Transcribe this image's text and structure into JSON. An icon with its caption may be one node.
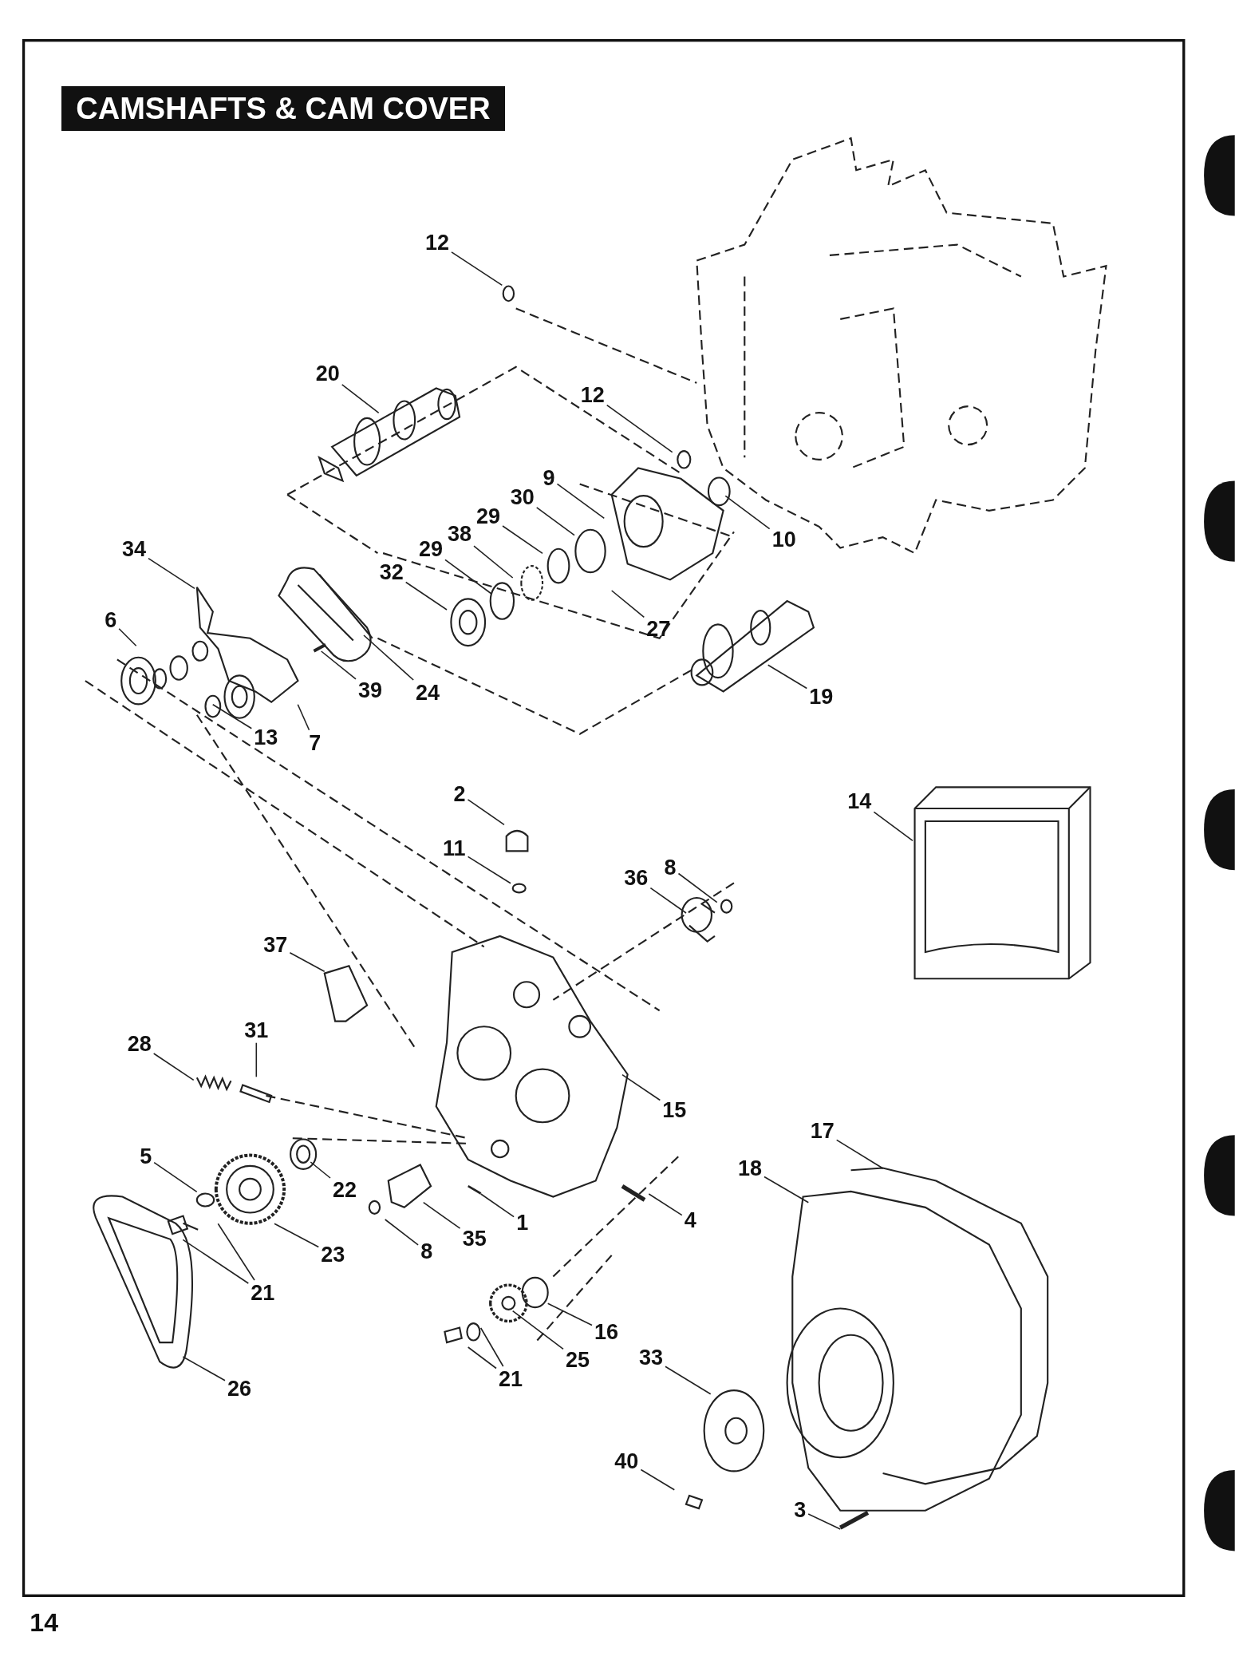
{
  "diagram": {
    "title": "CAMSHAFTS & CAM COVER",
    "nodes": [
      {
        "text": [
          "12"
        ]
      },
      {
        "text": [
          "20"
        ]
      },
      {
        "text": [
          "12"
        ]
      },
      {
        "text": [
          "9"
        ]
      },
      {
        "text": [
          "30"
        ]
      },
      {
        "text": [
          "29"
        ]
      },
      {
        "text": [
          "38"
        ]
      },
      {
        "text": [
          "29"
        ]
      },
      {
        "text": [
          "10"
        ]
      },
      {
        "text": [
          "34"
        ]
      },
      {
        "text": [
          "32"
        ]
      },
      {
        "text": [
          "6"
        ]
      },
      {
        "text": [
          "27"
        ]
      },
      {
        "text": [
          "39"
        ]
      },
      {
        "text": [
          "24"
        ]
      },
      {
        "text": [
          "19"
        ]
      },
      {
        "text": [
          "13"
        ]
      },
      {
        "text": [
          "7"
        ]
      },
      {
        "text": [
          "2"
        ]
      },
      {
        "text": [
          "14"
        ]
      },
      {
        "text": [
          "8"
        ]
      },
      {
        "text": [
          "36"
        ]
      },
      {
        "text": [
          "11"
        ]
      },
      {
        "text": [
          "37"
        ]
      },
      {
        "text": [
          "31"
        ]
      },
      {
        "text": [
          "28"
        ]
      },
      {
        "text": [
          "15"
        ]
      },
      {
        "text": [
          "17"
        ]
      },
      {
        "text": [
          "18"
        ]
      },
      {
        "text": [
          "5"
        ]
      },
      {
        "text": [
          "22"
        ]
      },
      {
        "text": [
          "4"
        ]
      },
      {
        "text": [
          "1"
        ]
      },
      {
        "text": [
          "35"
        ]
      },
      {
        "text": [
          "8"
        ]
      },
      {
        "text": [
          "23"
        ]
      },
      {
        "text": [
          "21"
        ]
      },
      {
        "text": [
          "16"
        ]
      },
      {
        "text": [
          "25"
        ]
      },
      {
        "text": [
          "33"
        ]
      },
      {
        "text": [
          "21"
        ]
      },
      {
        "text": [
          "26"
        ]
      },
      {
        "text": [
          "40"
        ]
      },
      {
        "text": [
          "3"
        ]
      }
    ],
    "edges": [
      {
        "from": 0,
        "to": null,
        "arrow": "none"
      },
      {
        "from": 1,
        "to": null,
        "arrow": "none"
      },
      {
        "from": 2,
        "to": null,
        "arrow": "none"
      },
      {
        "from": 3,
        "to": null,
        "arrow": "none"
      },
      {
        "from": 4,
        "to": null,
        "arrow": "none"
      },
      {
        "from": 5,
        "to": null,
        "arrow": "none"
      },
      {
        "from": 6,
        "to": null,
        "arrow": "none"
      },
      {
        "from": 7,
        "to": null,
        "arrow": "none"
      },
      {
        "from": 8,
        "to": null,
        "arrow": "none"
      },
      {
        "from": 9,
        "to": null,
        "arrow": "none"
      },
      {
        "from": 10,
        "to": null,
        "arrow": "none"
      },
      {
        "from": 11,
        "to": null,
        "arrow": "none"
      },
      {
        "from": 12,
        "to": null,
        "arrow": "none"
      },
      {
        "from": 13,
        "to": null,
        "arrow": "none"
      },
      {
        "from": 14,
        "to": null,
        "arrow": "none"
      },
      {
        "from": 15,
        "to": null,
        "arrow": "none"
      },
      {
        "from": 16,
        "to": null,
        "arrow": "none"
      },
      {
        "from": 17,
        "to": null,
        "arrow": "none"
      },
      {
        "from": 18,
        "to": null,
        "arrow": "none"
      },
      {
        "from": 19,
        "to": null,
        "arrow": "none"
      },
      {
        "from": 20,
        "to": null,
        "arrow": "none"
      },
      {
        "from": 21,
        "to": null,
        "arrow": "none"
      },
      {
        "from": 22,
        "to": null,
        "arrow": "none"
      },
      {
        "from": 23,
        "to": null,
        "arrow": "none"
      },
      {
        "from": 24,
        "to": null,
        "arrow": "none"
      },
      {
        "from": 25,
        "to": null,
        "arrow": "none"
      },
      {
        "from": 26,
        "to": null,
        "arrow": "none"
      },
      {
        "from": 27,
        "to": null,
        "arrow": "none"
      },
      {
        "from": 28,
        "to": null,
        "arrow": "none"
      },
      {
        "from": 29,
        "to": null,
        "arrow": "none"
      },
      {
        "from": 30,
        "to": null,
        "arrow": "none"
      },
      {
        "from": 31,
        "to": null,
        "arrow": "none"
      },
      {
        "from": 32,
        "to": null,
        "arrow": "none"
      },
      {
        "from": 33,
        "to": null,
        "arrow": "none"
      },
      {
        "from": 34,
        "to": null,
        "arrow": "none"
      },
      {
        "from": 35,
        "to": null,
        "arrow": "none"
      },
      {
        "from": 36,
        "to": null,
        "arrow": "none"
      },
      {
        "from": 36,
        "to": null,
        "arrow": "none"
      },
      {
        "from": 37,
        "to": null,
        "arrow": "none"
      },
      {
        "from": 38,
        "to": null,
        "arrow": "none"
      },
      {
        "from": 39,
        "to": null,
        "arrow": "none"
      },
      {
        "from": 40,
        "to": null,
        "arrow": "none"
      },
      {
        "from": 40,
        "to": null,
        "arrow": "none"
      },
      {
        "from": 41,
        "to": null,
        "arrow": "none"
      },
      {
        "from": 42,
        "to": null,
        "arrow": "none"
      },
      {
        "from": 43,
        "to": null,
        "arrow": "none"
      }
    ],
    "labels": [
      "14"
    ]
  }
}
